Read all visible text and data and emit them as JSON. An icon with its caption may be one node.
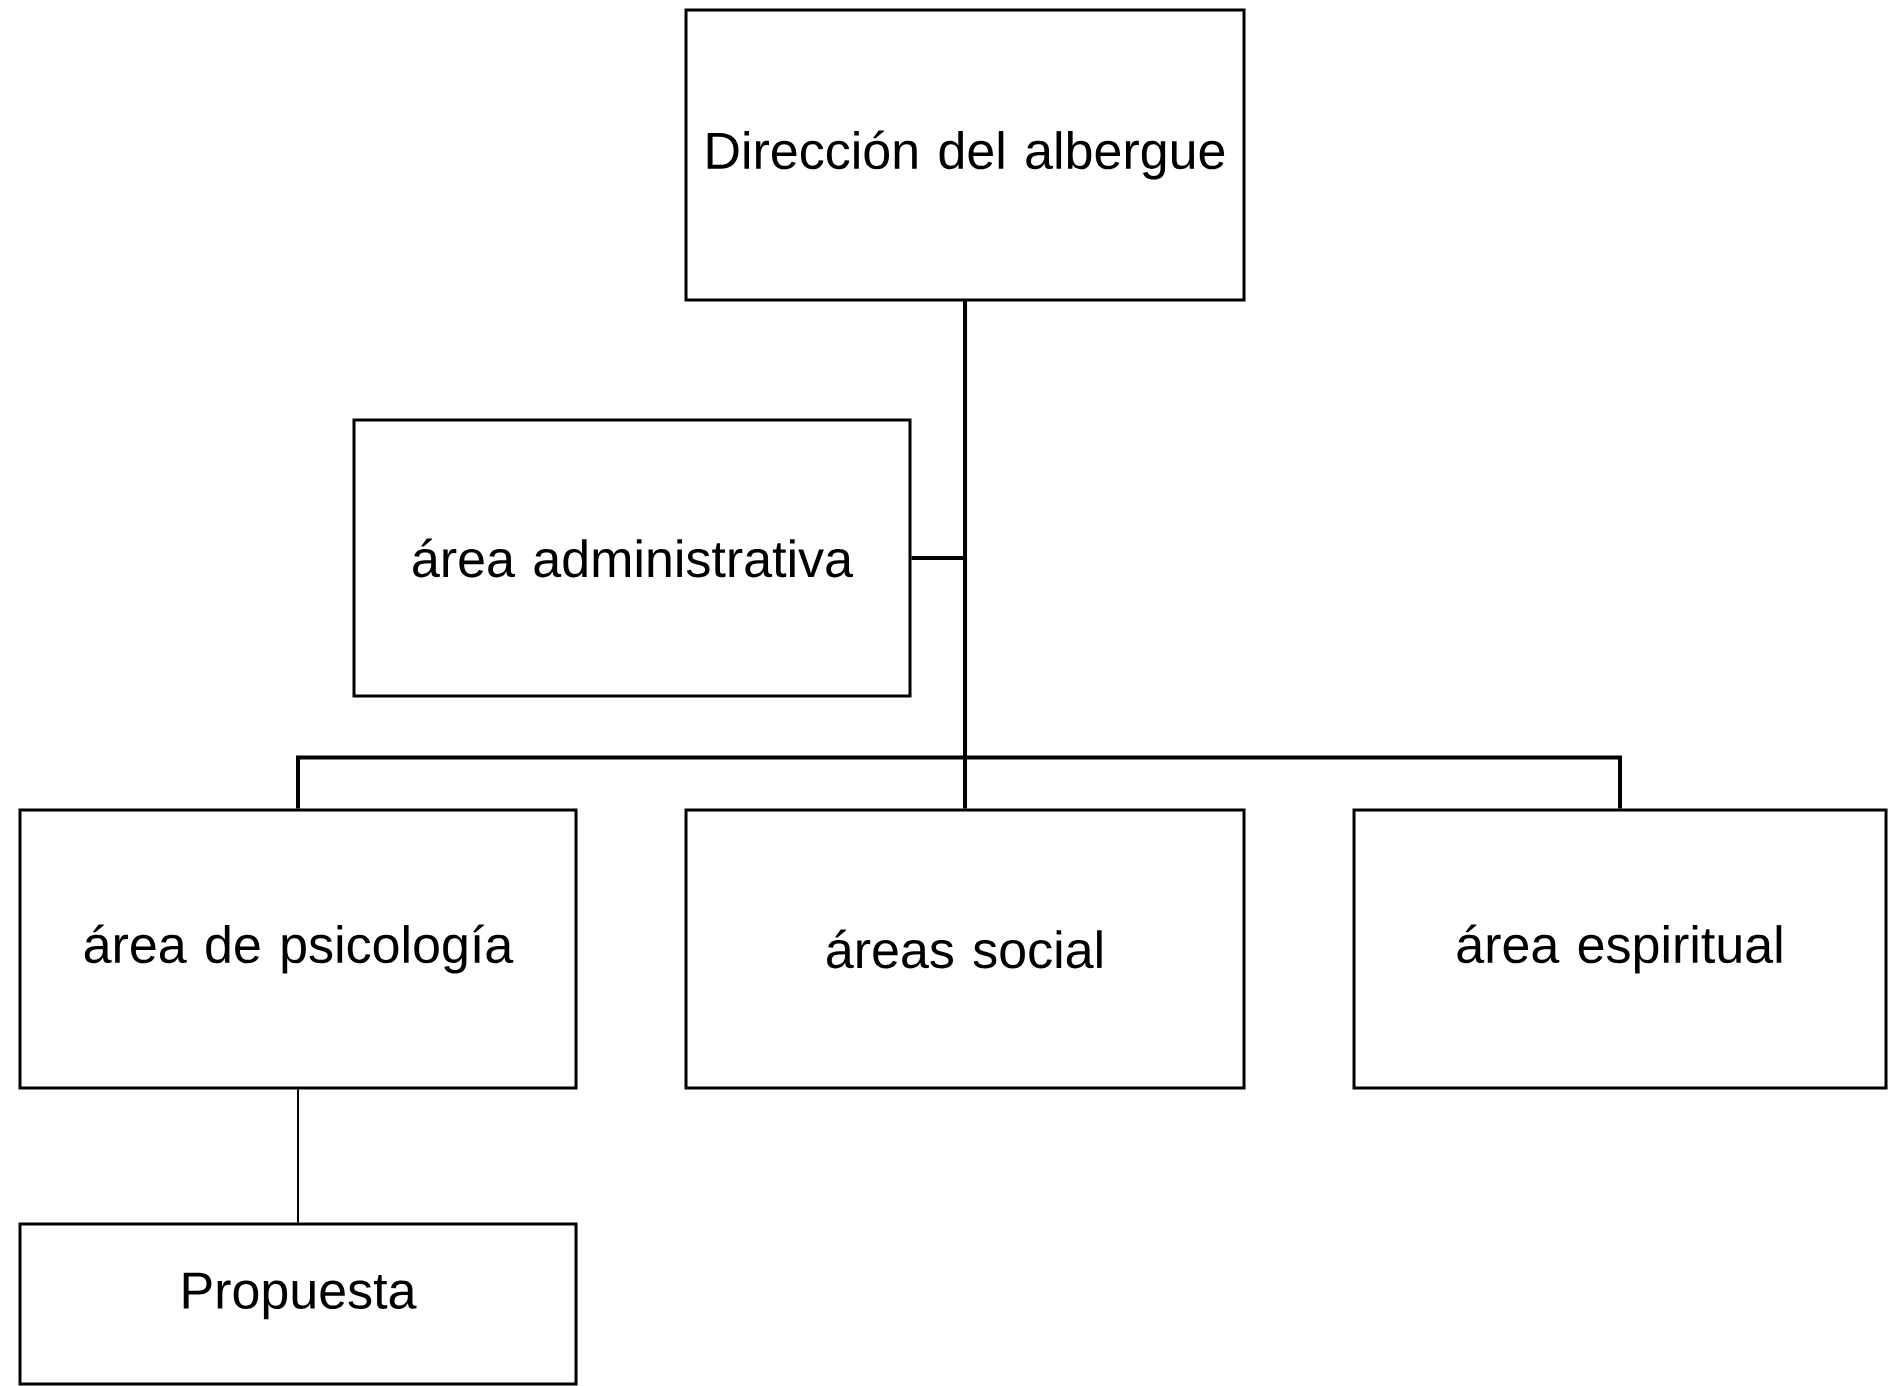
{
  "diagram": {
    "nodes": [
      {
        "text": [
          "Dirección del albergue"
        ]
      },
      {
        "text": [
          "área administrativa"
        ]
      },
      {
        "text": [
          "área de psicología"
        ]
      },
      {
        "text": [
          "áreas social"
        ]
      },
      {
        "text": [
          "área espiritual"
        ]
      },
      {
        "text": [
          "Propuesta"
        ]
      }
    ],
    "edges": [
      {
        "from": 0,
        "to": 1,
        "arrow": "none"
      },
      {
        "from": 0,
        "to": 2,
        "arrow": "none"
      },
      {
        "from": 0,
        "to": 3,
        "arrow": "none"
      },
      {
        "from": 0,
        "to": 4,
        "arrow": "none"
      },
      {
        "from": 2,
        "to": 5,
        "arrow": "none"
      }
    ]
  }
}
